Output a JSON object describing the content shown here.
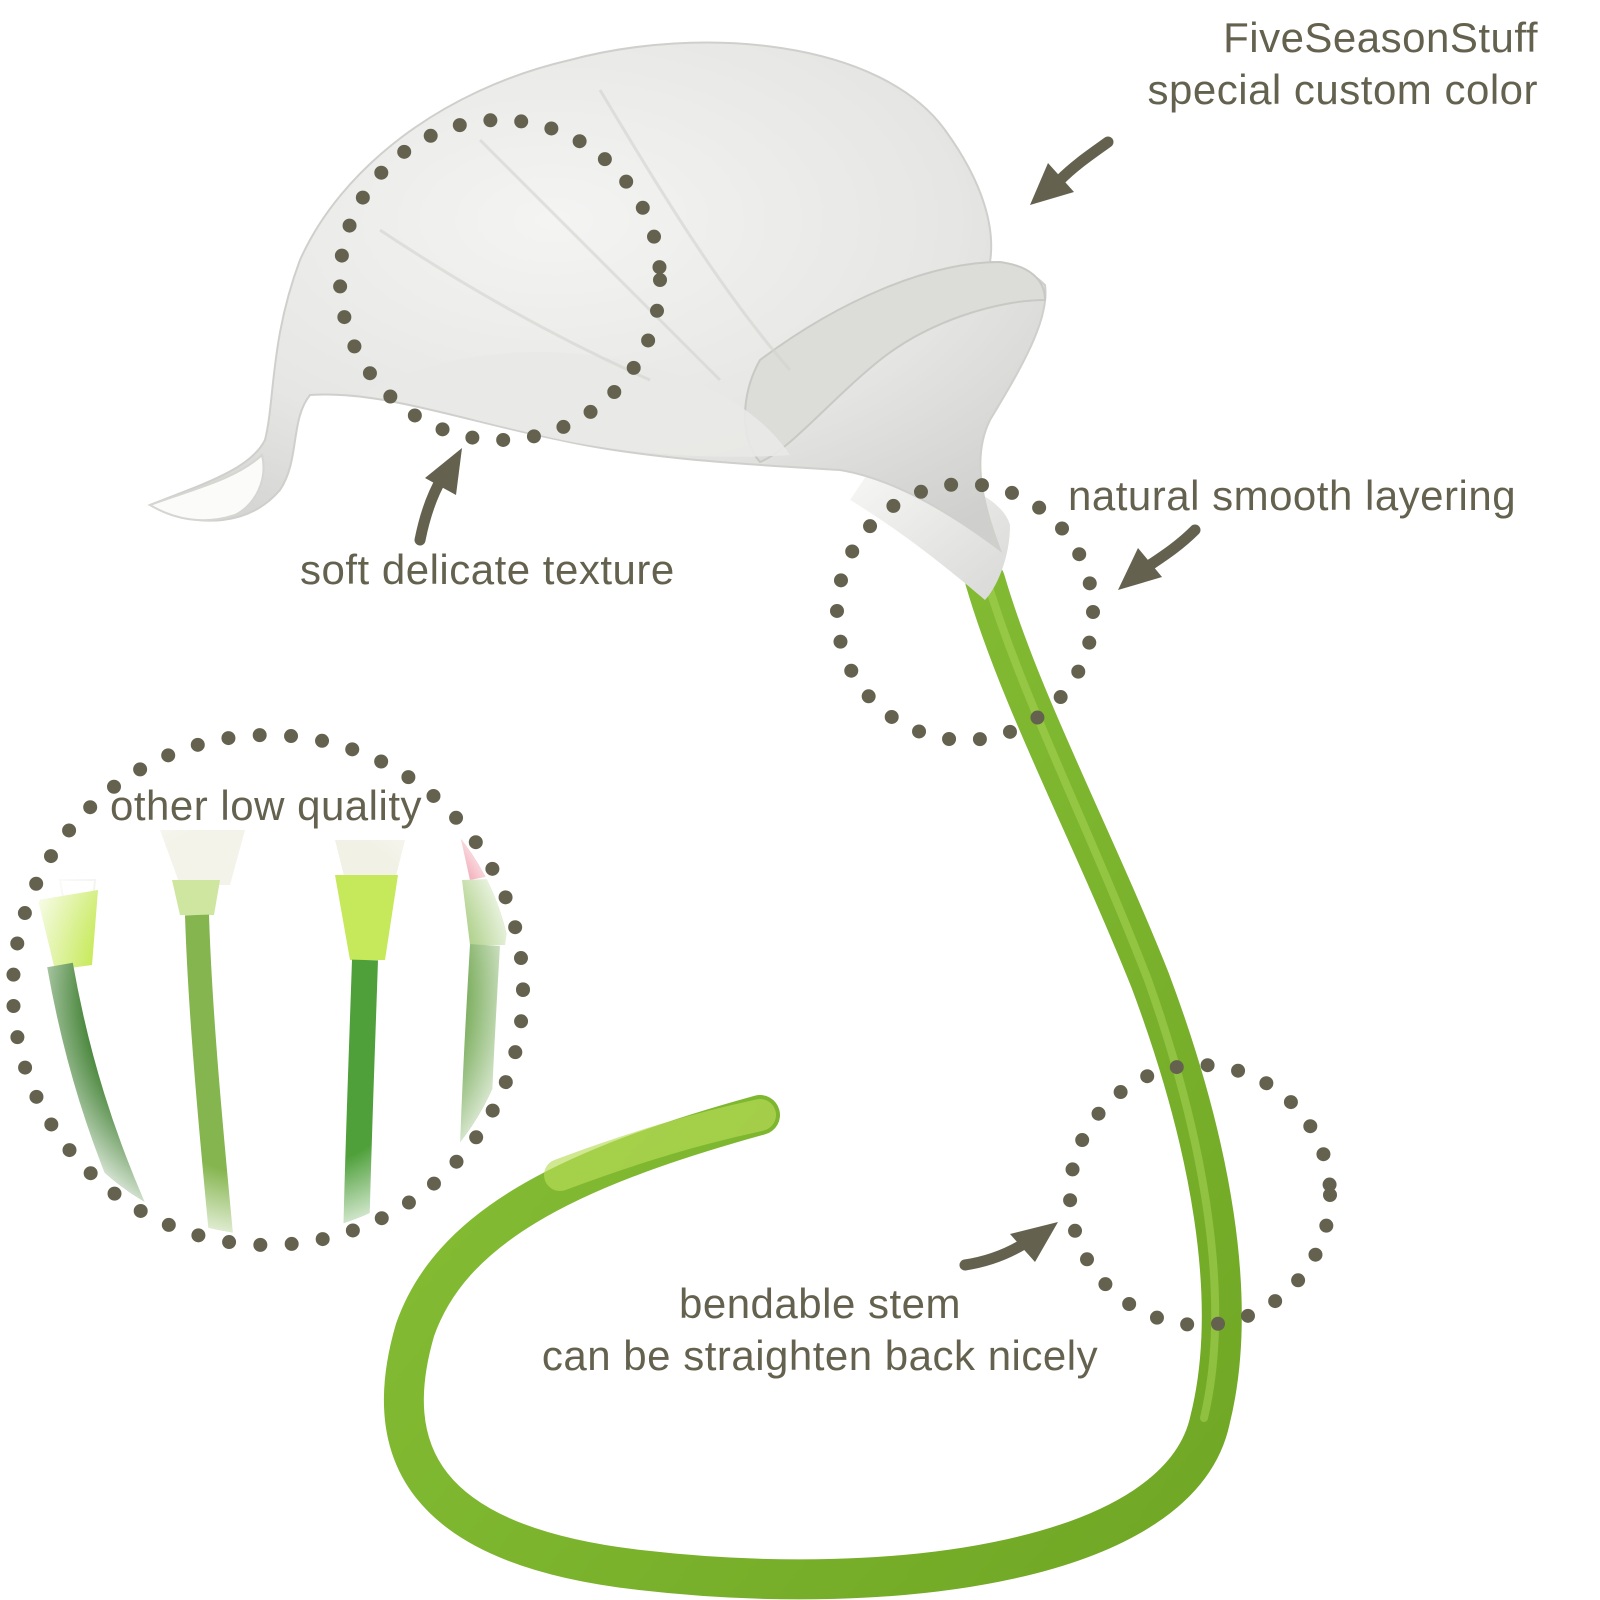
{
  "colors": {
    "annotation": "#64624f",
    "petal": "#ebebea",
    "stem": "#7ab22c",
    "stem_light": "#a9d34a",
    "background": "#ffffff"
  },
  "callouts": {
    "brand": "FiveSeasonStuff",
    "custom_color": "special custom color",
    "texture": "soft delicate texture",
    "layering": "natural smooth layering",
    "stem_line1": "bendable stem",
    "stem_line2": "can be straighten back nicely",
    "low_quality": "other low quality"
  },
  "icons": {
    "arrow": "curved-arrow-icon",
    "highlight": "dotted-circle-icon"
  }
}
